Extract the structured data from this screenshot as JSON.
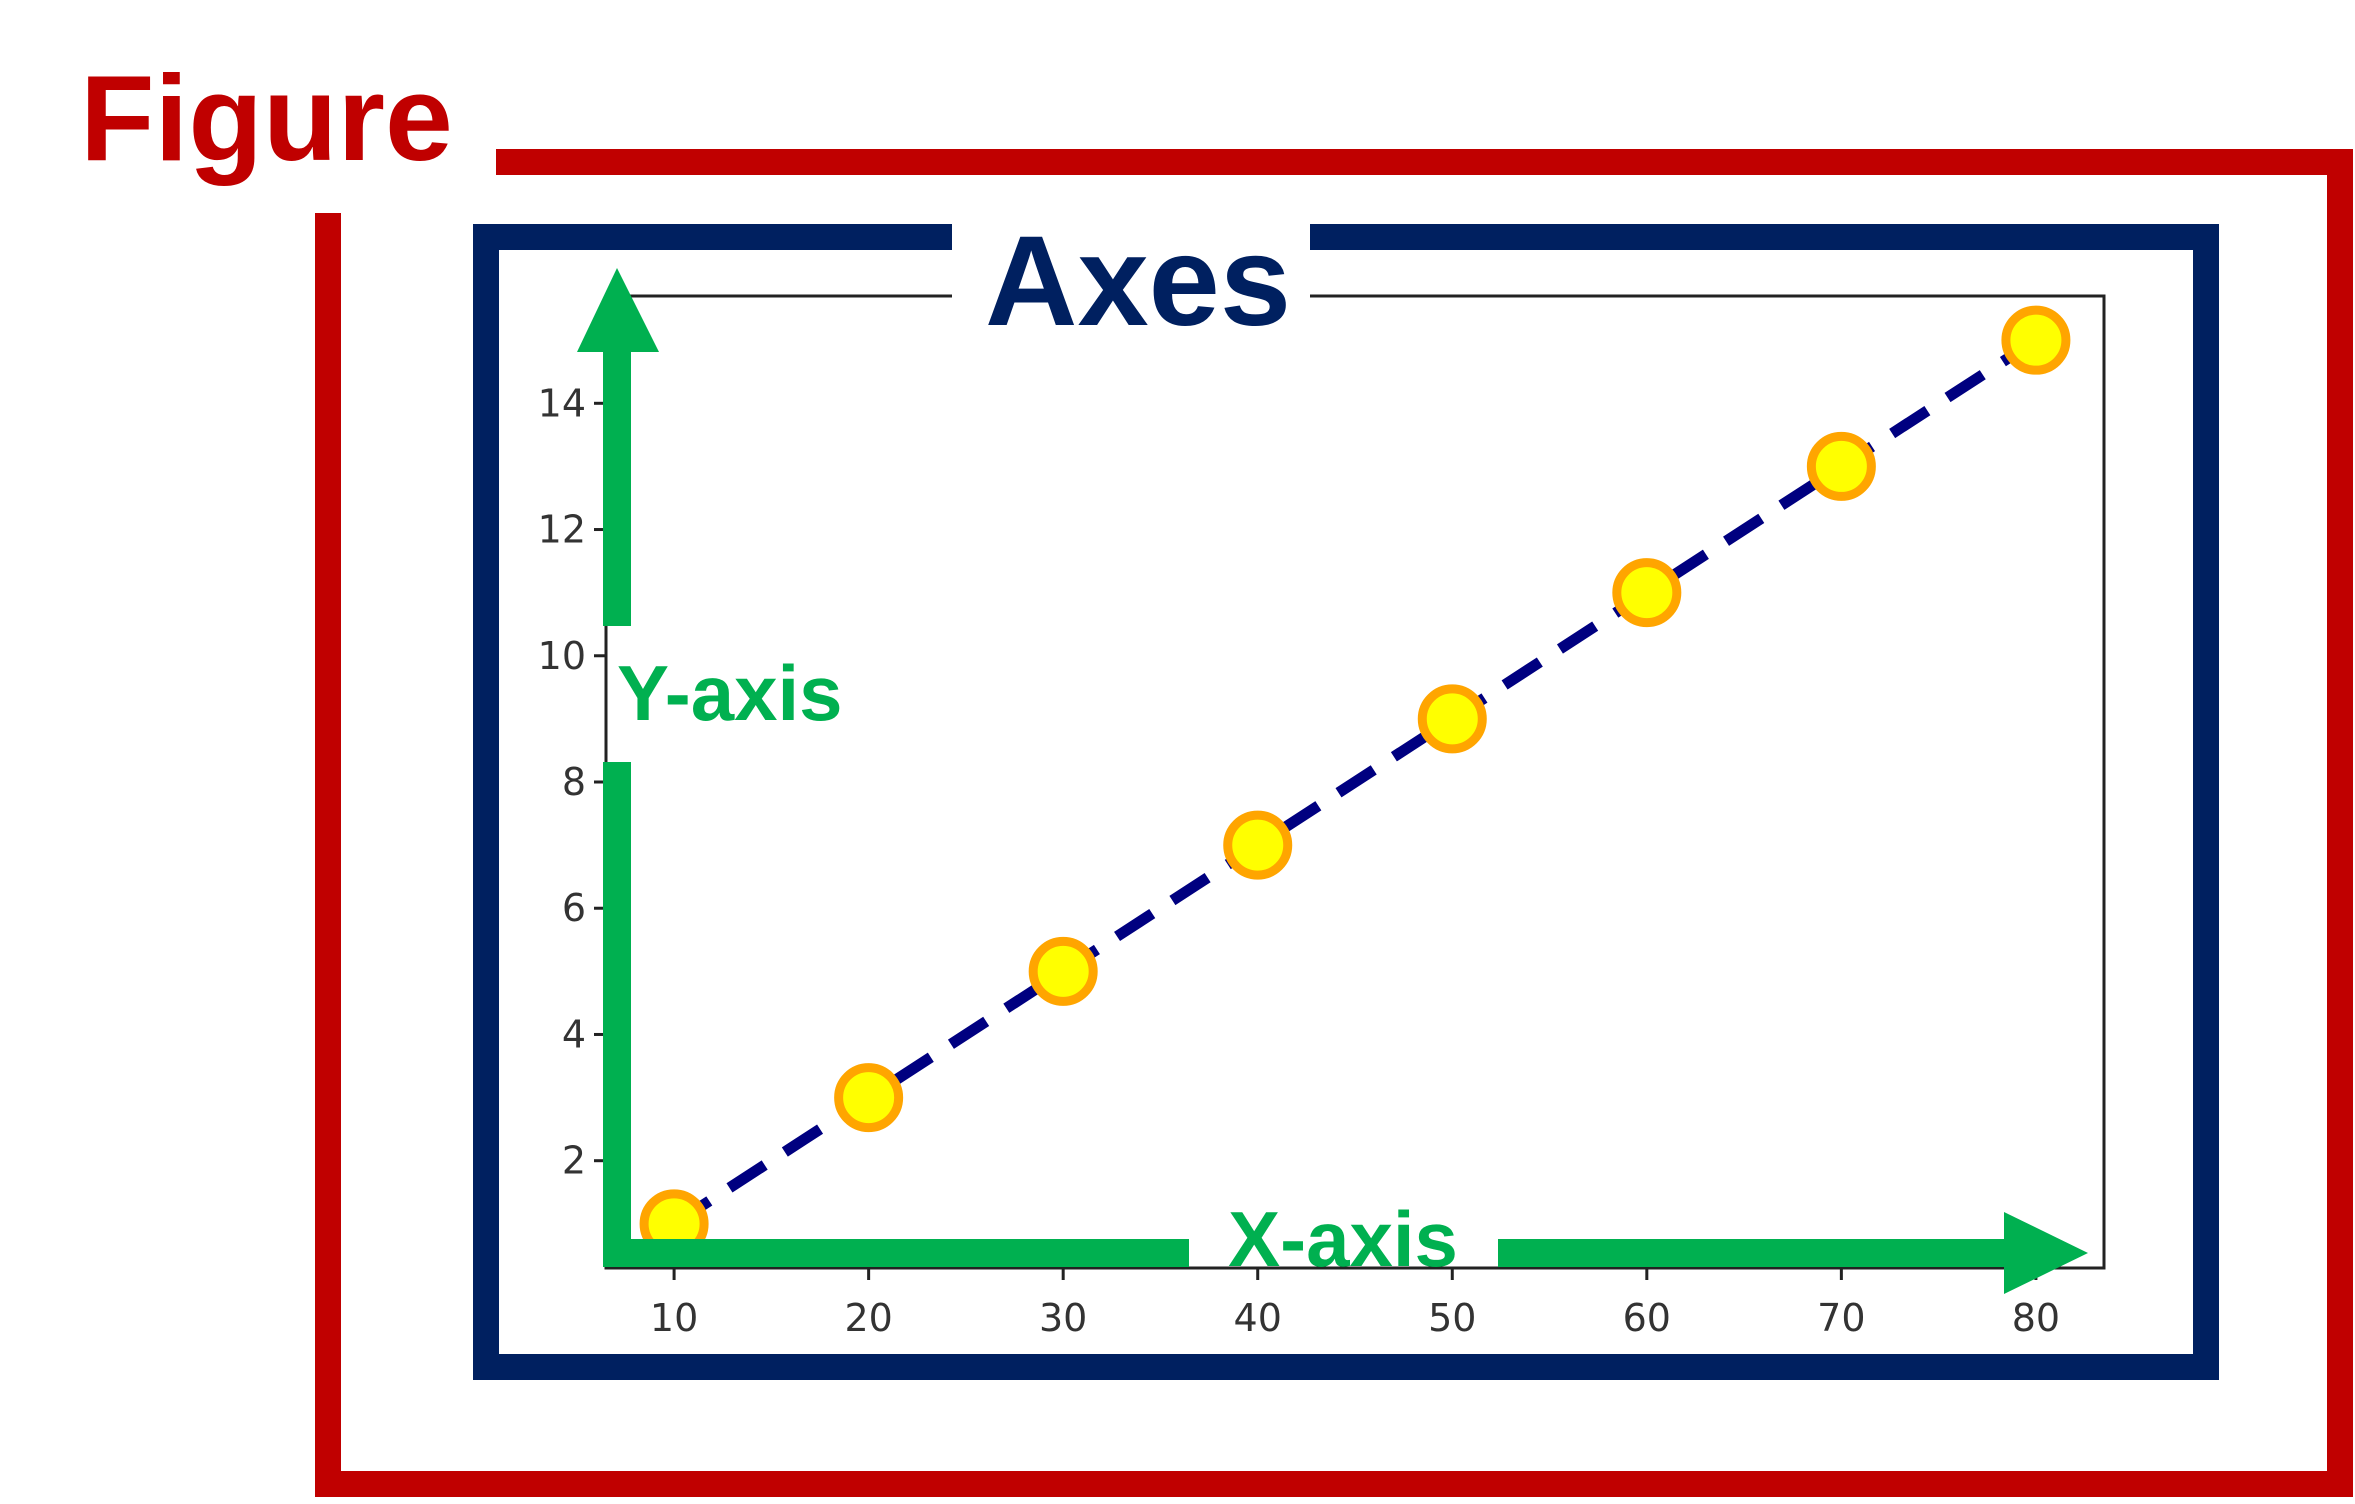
{
  "labels": {
    "figure": "Figure",
    "axes": "Axes",
    "y_axis": "Y-axis",
    "x_axis": "X-axis"
  },
  "colors": {
    "figure": "#c00000",
    "axes": "#002060",
    "axis_callout": "#00b050",
    "line": "#000080",
    "marker_fill": "#ffff00",
    "marker_edge": "#ffa500"
  },
  "chart_data": {
    "type": "line",
    "x": [
      10,
      20,
      30,
      40,
      50,
      60,
      70,
      80
    ],
    "series": [
      {
        "values": [
          1,
          3,
          5,
          7,
          9,
          11,
          13,
          15
        ],
        "line_style": "dashed",
        "marker": "circle"
      }
    ],
    "xticks": [
      10,
      20,
      30,
      40,
      50,
      60,
      70,
      80
    ],
    "yticks": [
      2,
      4,
      6,
      8,
      10,
      12,
      14
    ],
    "xlim": [
      6.5,
      83.5
    ],
    "ylim": [
      0.3,
      15.7
    ],
    "grid": false
  }
}
